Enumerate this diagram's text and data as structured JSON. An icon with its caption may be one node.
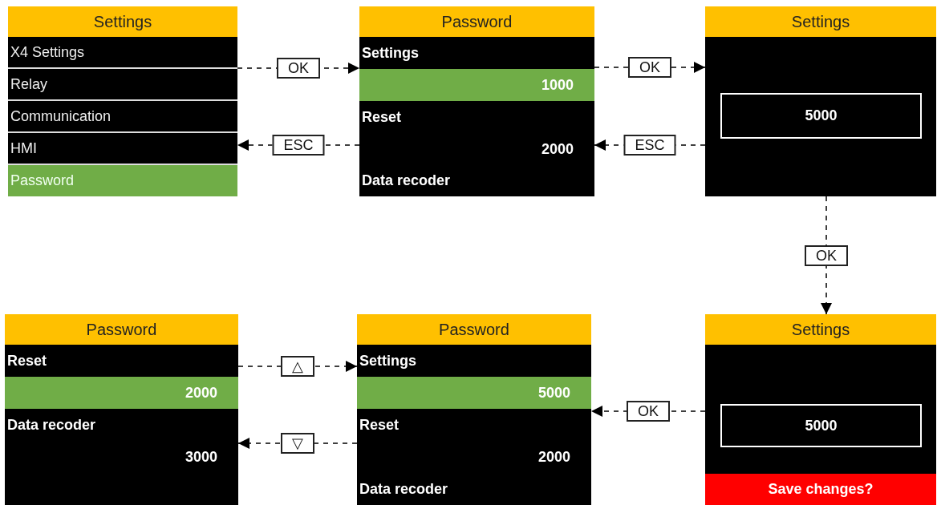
{
  "diagram": {
    "nodes": [
      {
        "text": [
          "Settings"
        ]
      },
      {
        "text": [
          "X4 Settings"
        ],
        "in": 0
      },
      {
        "text": [
          "Relay"
        ],
        "in": 0
      },
      {
        "text": [
          "Communication"
        ],
        "in": 0
      },
      {
        "text": [
          "HMI"
        ],
        "in": 0
      },
      {
        "text": [
          "Password"
        ],
        "in": 0
      },
      {
        "text": [
          "Password"
        ]
      },
      {
        "text": [
          "Settings"
        ],
        "in": 6
      },
      {
        "text": [
          "1000"
        ],
        "in": 6
      },
      {
        "text": [
          "Reset"
        ],
        "in": 6
      },
      {
        "text": [
          "2000"
        ],
        "in": 6
      },
      {
        "text": [
          "Data recoder"
        ],
        "in": 6
      },
      {
        "text": [
          "Settings"
        ]
      },
      {
        "text": [
          "5000"
        ],
        "in": 12
      },
      {
        "text": [
          "Password"
        ]
      },
      {
        "text": [
          "Reset"
        ],
        "in": 14
      },
      {
        "text": [
          "2000"
        ],
        "in": 14
      },
      {
        "text": [
          "Data recoder"
        ],
        "in": 14
      },
      {
        "text": [
          "3000"
        ],
        "in": 14
      },
      {
        "text": [
          "Password"
        ]
      },
      {
        "text": [
          "Settings"
        ],
        "in": 19
      },
      {
        "text": [
          "5000"
        ],
        "in": 19
      },
      {
        "text": [
          "Reset"
        ],
        "in": 19
      },
      {
        "text": [
          "2000"
        ],
        "in": 19
      },
      {
        "text": [
          "Data recoder"
        ],
        "in": 19
      },
      {
        "text": [
          "Settings"
        ]
      },
      {
        "text": [
          "5000"
        ],
        "in": 25
      },
      {
        "text": [
          "Save changes?"
        ],
        "in": 25
      }
    ],
    "edges": [
      {
        "from": 0,
        "to": 6,
        "arrow": "to",
        "label": "OK",
        "style": "dashed"
      },
      {
        "from": 6,
        "to": 0,
        "arrow": "to",
        "label": "ESC",
        "style": "dashed"
      },
      {
        "from": 6,
        "to": 12,
        "arrow": "to",
        "label": "OK",
        "style": "dashed"
      },
      {
        "from": 12,
        "to": 6,
        "arrow": "to",
        "label": "ESC",
        "style": "dashed"
      },
      {
        "from": 12,
        "to": 25,
        "arrow": "to",
        "label": "OK",
        "style": "dashed"
      },
      {
        "from": 25,
        "to": 19,
        "arrow": "to",
        "label": "OK",
        "style": "dashed"
      },
      {
        "from": 14,
        "to": 19,
        "arrow": "to",
        "label": "△",
        "style": "dashed"
      },
      {
        "from": 19,
        "to": 14,
        "arrow": "to",
        "label": "▽",
        "style": "dashed"
      }
    ]
  }
}
